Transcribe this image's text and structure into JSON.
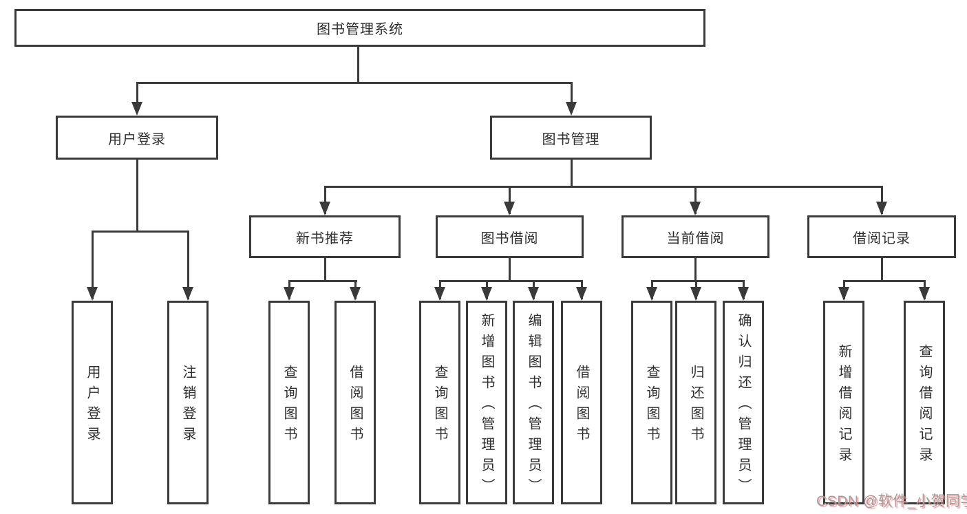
{
  "diagram": {
    "root": {
      "label": "图书管理系统"
    },
    "level2": [
      {
        "label": "用户登录",
        "children": [
          {
            "label": "用户登录"
          },
          {
            "label": "注销登录"
          }
        ]
      },
      {
        "label": "图书管理",
        "children": [
          {
            "label": "新书推荐",
            "children": [
              {
                "label": "查询图书"
              },
              {
                "label": "借阅图书"
              }
            ]
          },
          {
            "label": "图书借阅",
            "children": [
              {
                "label": "查询图书"
              },
              {
                "label": "新增图书（管理员）"
              },
              {
                "label": "编辑图书（管理员）"
              },
              {
                "label": "借阅图书"
              }
            ]
          },
          {
            "label": "当前借阅",
            "children": [
              {
                "label": "查询图书"
              },
              {
                "label": "归还图书"
              },
              {
                "label": "确认归还（管理员）"
              }
            ]
          },
          {
            "label": "借阅记录",
            "children": [
              {
                "label": "新增借阅记录"
              },
              {
                "label": "查询借阅记录"
              }
            ]
          }
        ]
      }
    ]
  },
  "watermark": {
    "text": "CSDN @软件_小贺同学"
  },
  "colors": {
    "line": "#3a3a3a",
    "text": "#2f2f2f",
    "background": "#ffffff",
    "watermark_text": "#a0a0a0",
    "watermark_shadow": "#f87171"
  }
}
